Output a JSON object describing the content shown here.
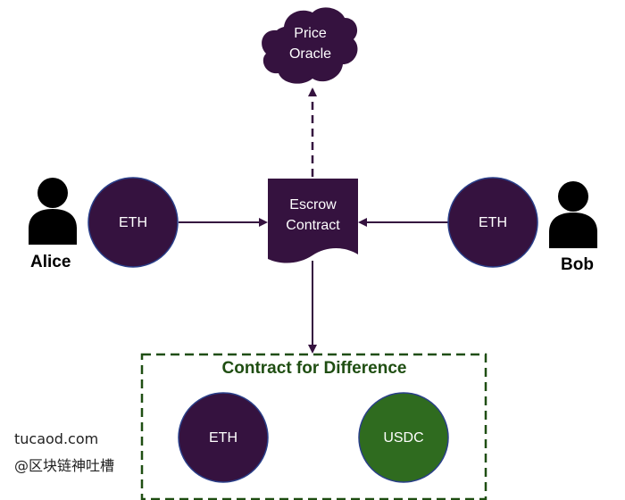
{
  "colors": {
    "node_fill": "#35123f",
    "node_stroke": "#2a3f8a",
    "usdc_fill": "#2f6b1f",
    "cfd_border": "#1f4e12",
    "arrow": "#35123f"
  },
  "oracle": {
    "line1": "Price",
    "line2": "Oracle"
  },
  "escrow": {
    "line1": "Escrow",
    "line2": "Contract"
  },
  "alice": {
    "name": "Alice",
    "token": "ETH",
    "icon": "person-icon"
  },
  "bob": {
    "name": "Bob",
    "token": "ETH",
    "icon": "person-icon"
  },
  "cfd": {
    "title": "Contract for Difference",
    "eth_label": "ETH",
    "usdc_label": "USDC"
  },
  "watermark": {
    "line1": "tucaod.com",
    "line2": "@区块链神吐槽"
  }
}
